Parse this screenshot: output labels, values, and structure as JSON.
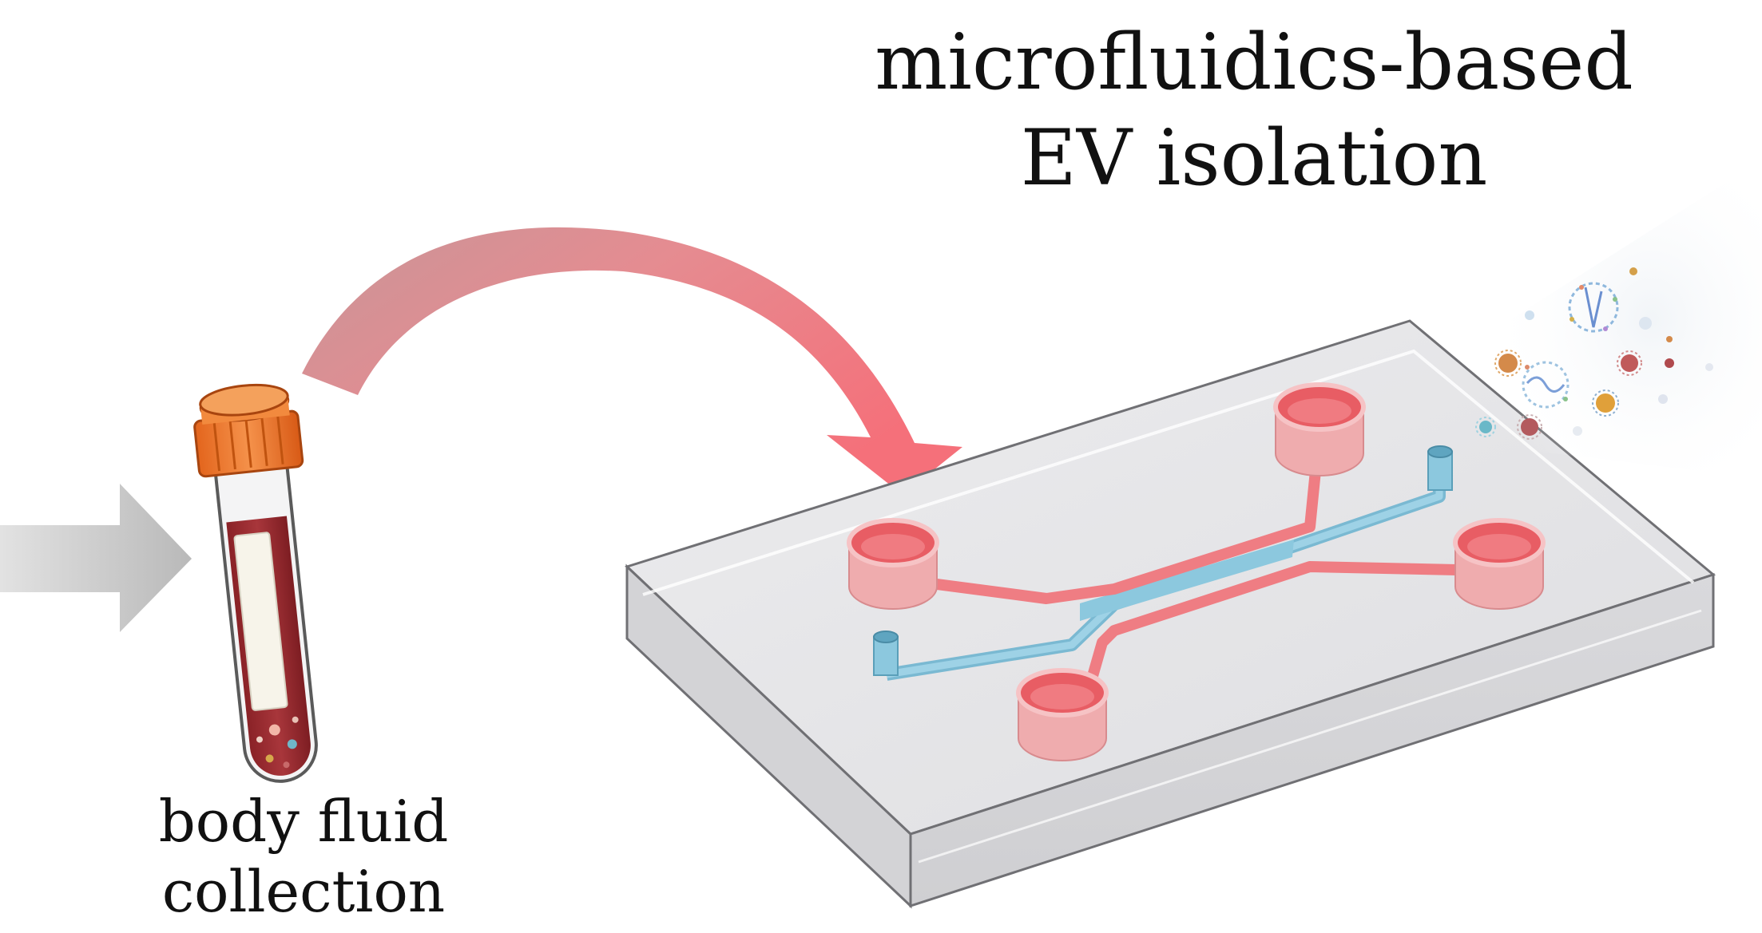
{
  "labels": {
    "title_line1": "microfluidics-based",
    "title_line2": "EV isolation",
    "collection_line1": "body fluid",
    "collection_line2": "collection"
  },
  "colors": {
    "entry_arrow": "#c8c8c8",
    "transfer_arrow": "#f27d82",
    "tube_cap": "#f07a2c",
    "blood": "#9c2a2f",
    "chip_body": "#e4e4e6",
    "sample_channel": "#f27f86",
    "buffer_channel": "#86c6df"
  },
  "icons": {
    "entry_arrow": "right-arrow-icon",
    "tube": "blood-collection-tube-icon",
    "chip": "microfluidic-chip-icon",
    "vesicles": "extracellular-vesicles-icon"
  }
}
